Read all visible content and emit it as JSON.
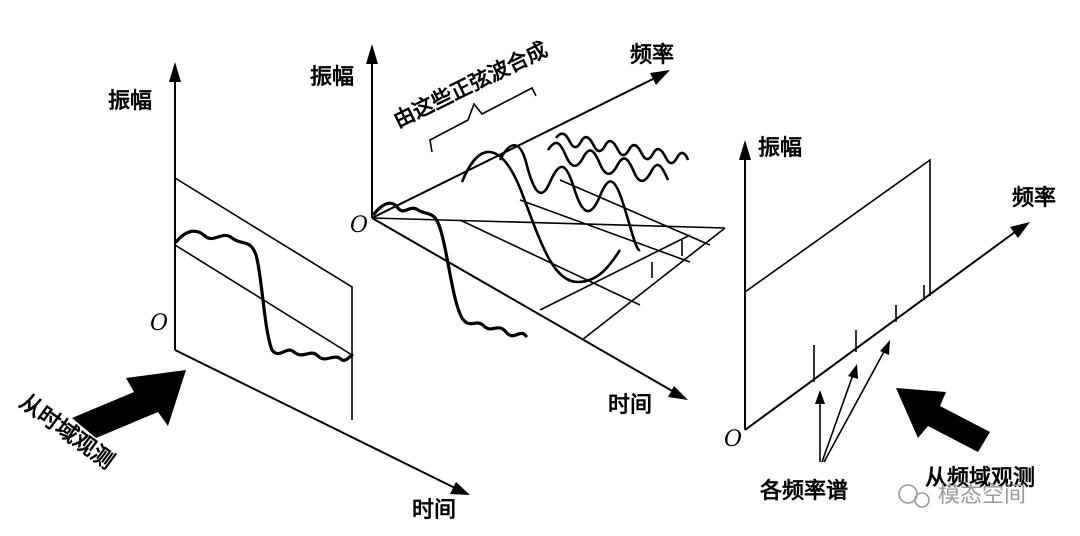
{
  "left_panel": {
    "amplitude_label": "振幅",
    "origin_label": "O",
    "time_label": "时间",
    "observe_label": "从时域观测"
  },
  "middle_panel": {
    "amplitude_label": "振幅",
    "origin_label": "O",
    "frequency_label": "频率",
    "time_label": "时间",
    "synthesis_label": "由这些正弦波合成"
  },
  "right_panel": {
    "amplitude_label": "振幅",
    "origin_label": "O",
    "frequency_label": "频率",
    "spectrum_label": "各频率谱",
    "observe_label": "从频域观测"
  },
  "watermark": {
    "text": "模态空间"
  }
}
